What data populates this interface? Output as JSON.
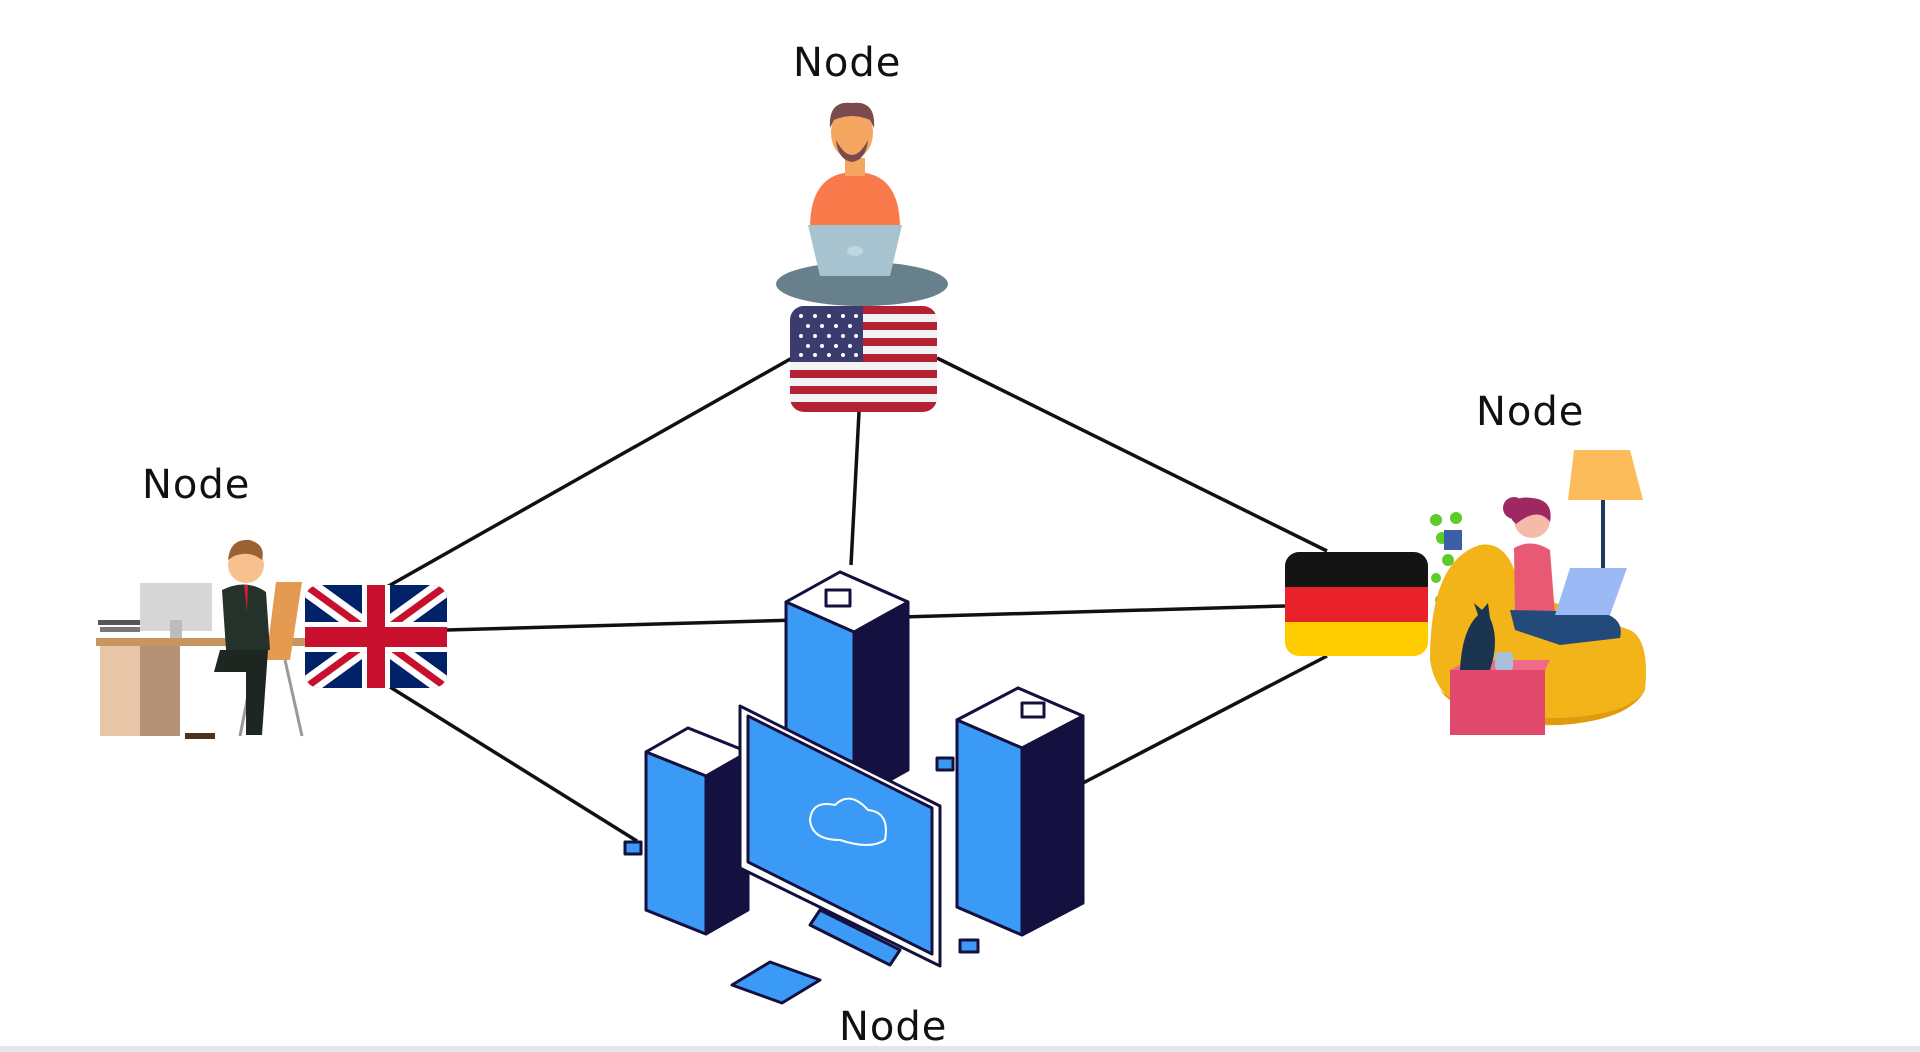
{
  "diagram": {
    "title": "",
    "stroke_color": "#111111",
    "nodes": [
      {
        "id": "top",
        "label": "Node",
        "flag": "United States",
        "figure": "man-cross-legged-laptop"
      },
      {
        "id": "left",
        "label": "Node",
        "flag": "United Kingdom",
        "figure": "man-at-desk-computer"
      },
      {
        "id": "right",
        "label": "Node",
        "flag": "Germany",
        "figure": "woman-beanbag-laptop-cat"
      },
      {
        "id": "bottom",
        "label": "Node",
        "flag": "",
        "figure": "server-cluster-cloud-monitor"
      }
    ],
    "edges": [
      {
        "from": "left",
        "to": "top"
      },
      {
        "from": "top",
        "to": "right"
      },
      {
        "from": "top",
        "to": "bottom"
      },
      {
        "from": "left",
        "to": "right"
      },
      {
        "from": "left",
        "to": "bottom"
      },
      {
        "from": "right",
        "to": "bottom"
      }
    ],
    "colors": {
      "us_red": "#b22234",
      "us_blue": "#3c3b6e",
      "uk_blue": "#012169",
      "uk_red": "#c8102e",
      "de_black": "#141414",
      "de_red": "#e8212a",
      "de_gold": "#ffcc00",
      "server_blue": "#3a9af5",
      "server_dark": "#14103f"
    }
  }
}
